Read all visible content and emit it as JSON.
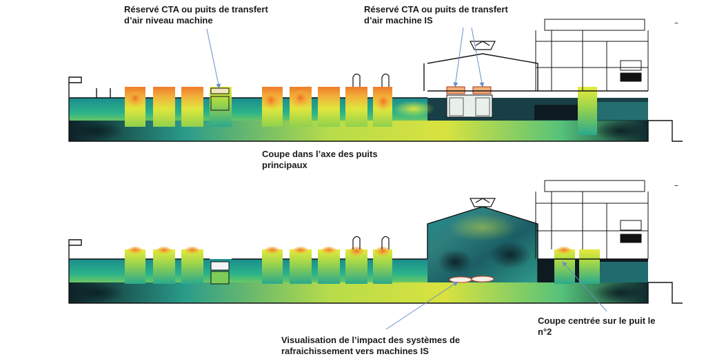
{
  "annotations": {
    "top_left": {
      "line1": "Réservé CTA ou puits de transfert",
      "line2": "d’air niveau machine"
    },
    "top_right": {
      "line1": "Réservé CTA ou puits de transfert",
      "line2": "d’air machine IS"
    },
    "middle": {
      "line1": "Coupe dans l’axe des puits",
      "line2": "principaux"
    },
    "bottom_left": {
      "line1": "Visualisation de l’impact des systèmes de",
      "line2": "rafraichissement vers machines IS"
    },
    "bottom_right": {
      "line1": "Coupe centrée sur le puit le",
      "line2": "n°2"
    },
    "dash_mark": "–"
  },
  "colors": {
    "arrow": "#6a8fc8",
    "structure": "#111111",
    "cool": "#10212a",
    "mid": "#1aa79a",
    "warm": "#d6e33c",
    "hot": "#f07a2a"
  }
}
